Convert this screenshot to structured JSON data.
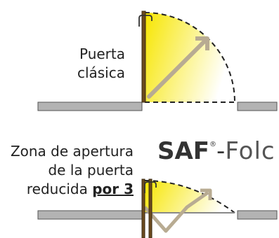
{
  "labels": {
    "classic_line1": "Puerta",
    "classic_line2": "clásica",
    "reduced_line1": "Zona de apertura",
    "reduced_line2": "de la puerta",
    "reduced_line3_prefix": "reducida ",
    "reduced_line3_emphasis": "por 3"
  },
  "brand": {
    "name": "SAF",
    "registered": "®",
    "separator": "-",
    "product": "Folc"
  },
  "colors": {
    "swing_fill": "#f7e600",
    "wall": "#b3b3b3",
    "door": "#6b4a1f",
    "arrow": "#b8ab92",
    "dashed": "#222222"
  }
}
